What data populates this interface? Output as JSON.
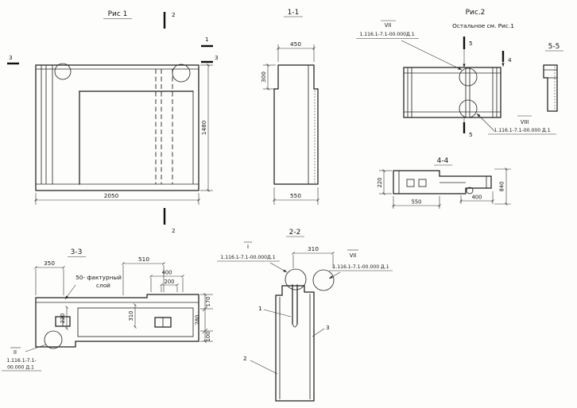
{
  "fig1": {
    "title": "Рис 1",
    "marker_2_top": "2",
    "marker_2_bottom": "2",
    "marker_1": "1",
    "marker_3_left": "3",
    "marker_3_right": "3",
    "dim_width": "2050",
    "dim_height": "1480"
  },
  "sec11": {
    "title": "1-1",
    "dim_top": "450",
    "dim_upper": "300",
    "dim_bottom": "550"
  },
  "fig2": {
    "title": "Рис.2",
    "note": "Остальное см. Рис.1",
    "label_vii": "VII",
    "ref_vii": "1.116.1-7.1-00.000Д.1",
    "label_viii": "VIII",
    "ref_viii": "1.116.1-7.1-00.000 Д.1",
    "marker_5_top": "5",
    "marker_5_bottom": "5",
    "marker_4": "4"
  },
  "sec55": {
    "title": "5-5"
  },
  "sec44": {
    "title": "4-4",
    "dim_height": "220",
    "dim_left": "550",
    "dim_right": "400",
    "dim_total": "840"
  },
  "sec33": {
    "title": "3-3",
    "dim_350": "350",
    "dim_510": "510",
    "note_line1": "50- фактурный",
    "note_line2": "слой",
    "dim_400": "400",
    "dim_200": "200",
    "dim_220": "220",
    "dim_310": "310",
    "dim_170": "170",
    "dim_280": "280",
    "dim_100": "100",
    "label_ii": "II",
    "ref_ii_line1": "1.116.1-7.1-",
    "ref_ii_line2": "00.000 Д.1"
  },
  "sec22": {
    "title": "2-2",
    "label_i": "I",
    "ref_i": "1.116.1-7.1-00.000Д.1",
    "dim_310": "310",
    "label_vii": "VII",
    "ref_vii": "1.116.1-7.1-00.000 Д.1",
    "callout_1": "1",
    "callout_2": "2",
    "callout_3": "3"
  }
}
